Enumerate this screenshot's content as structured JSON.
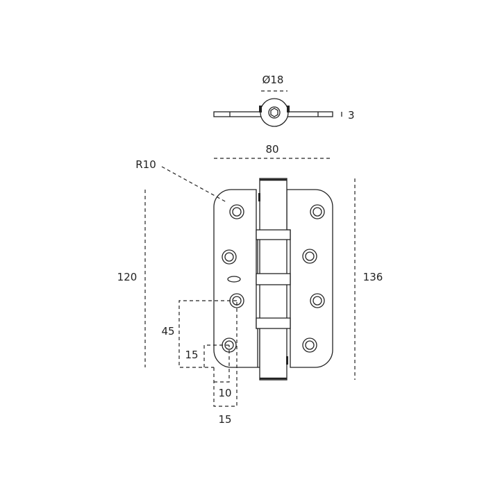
{
  "drawing": {
    "title": "Door hinge technical drawing",
    "dimensions": {
      "pin_diameter": "Ø18",
      "leaf_thickness": "3",
      "width": "80",
      "corner_radius": "R10",
      "leaf_height": "120",
      "total_height": "136",
      "hole_offset_vertical": "45",
      "hole_offset_horizontal_inner": "15",
      "edge_offset_small": "10",
      "edge_offset_large": "15"
    },
    "colors": {
      "line": "#222222",
      "background": "#ffffff"
    }
  }
}
